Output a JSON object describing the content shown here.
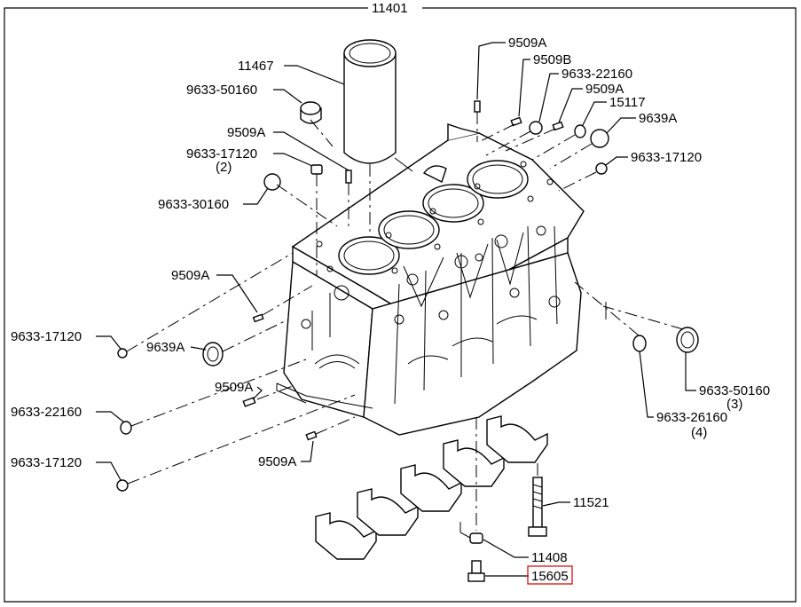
{
  "diagram": {
    "assembly_number": "11401",
    "labels": {
      "liner": "11467",
      "plug_50160_top": "9633-50160",
      "pin_a_top": "9509A",
      "plug_17120_left_top": "9633-17120",
      "qty_2": "(2)",
      "plug_30160": "9633-30160",
      "pin_a_mid": "9509A",
      "plug_17120_left_mid": "9633-17120",
      "seal_9639a_left": "9639A",
      "pin_a_low": "9509A",
      "plug_22160_left": "9633-22160",
      "plug_17120_left_low": "9633-17120",
      "pin_a_bottom": "9509A",
      "pin_a_right_top": "9509A",
      "pin_b_right": "9509B",
      "plug_22160_right": "9633-22160",
      "pin_a_right_2": "9509A",
      "part_15117": "15117",
      "seal_9639a_right": "9639A",
      "plug_17120_right": "9633-17120",
      "plug_50160_right": "9633-50160",
      "qty_3": "(3)",
      "plug_26160": "9633-26160",
      "qty_4": "(4)",
      "bolt_11521": "11521",
      "part_11408": "11408",
      "part_15605": "15605"
    },
    "highlight_color": "#d21010"
  }
}
